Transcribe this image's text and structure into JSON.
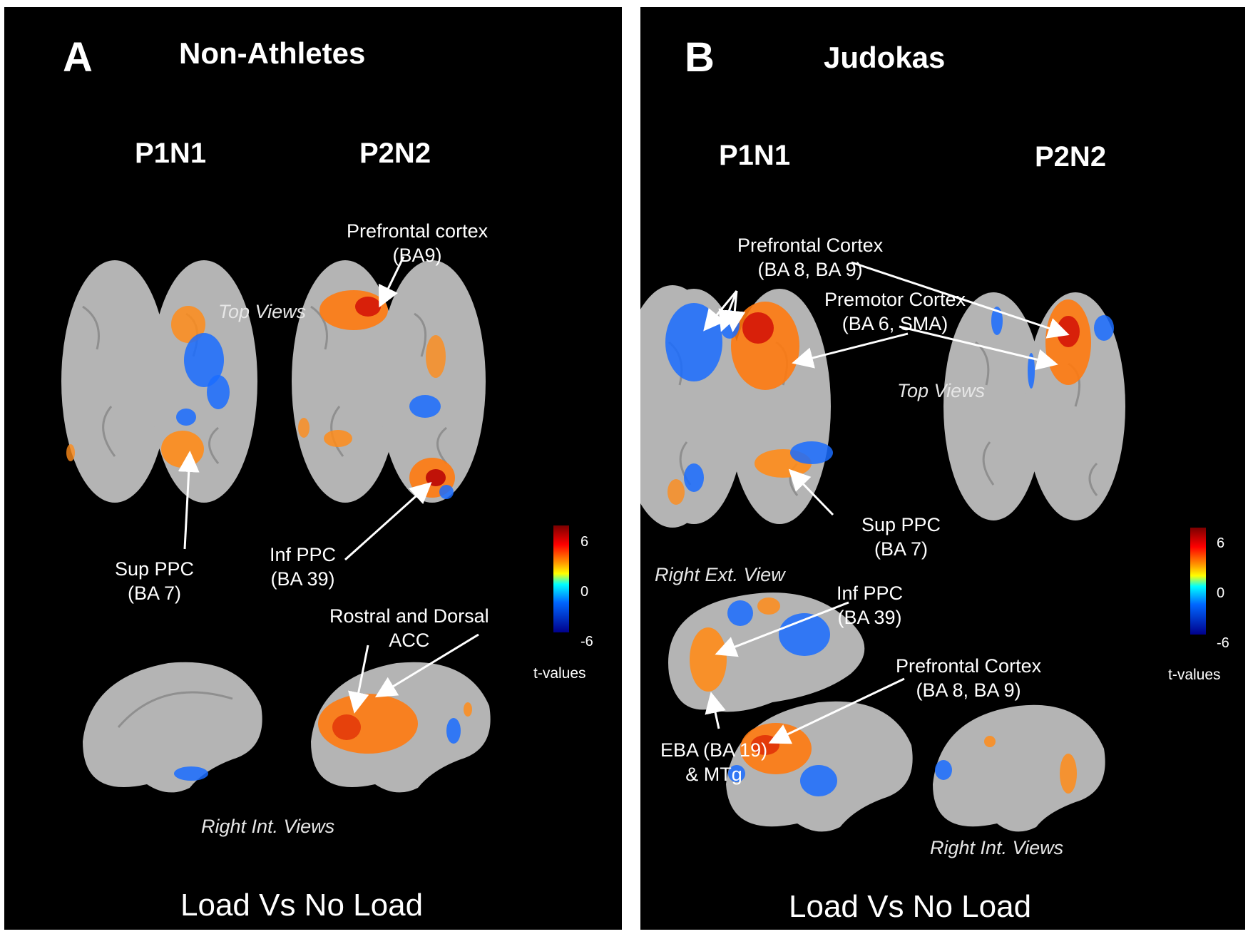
{
  "panel_a": {
    "letter": "A",
    "title": "Non-Athletes",
    "cond_left": "P1N1",
    "cond_right": "P2N2",
    "top_views": "Top Views",
    "int_views": "Right Int. Views",
    "footer": "Load Vs No Load",
    "labels": {
      "prefrontal": "Prefrontal cortex\n(BA9)",
      "sup_ppc": "Sup PPC\n(BA 7)",
      "inf_ppc": "Inf PPC\n(BA 39)",
      "acc": "Rostral and Dorsal\nACC"
    },
    "colorbar": {
      "max": "6",
      "mid": "0",
      "min": "-6",
      "unit": "t-values"
    }
  },
  "panel_b": {
    "letter": "B",
    "title": "Judokas",
    "cond_left": "P1N1",
    "cond_right": "P2N2",
    "top_views": "Top Views",
    "ext_view": "Right Ext. View",
    "int_views": "Right Int. Views",
    "footer": "Load Vs No Load",
    "labels": {
      "prefrontal_top": "Prefrontal Cortex\n(BA 8, BA 9)",
      "premotor": "Premotor Cortex\n(BA 6, SMA)",
      "sup_ppc": "Sup PPC\n(BA 7)",
      "inf_ppc": "Inf PPC\n(BA 39)",
      "eba": "EBA (BA 19)\n& MTg",
      "prefrontal_int": "Prefrontal Cortex\n(BA 8, BA 9)"
    },
    "colorbar": {
      "max": "6",
      "mid": "0",
      "min": "-6",
      "unit": "t-values"
    }
  },
  "colors": {
    "background": "#000000",
    "brain": "#b4b4b4",
    "positive": "#ff8c1a",
    "negative": "#1a6cff"
  }
}
